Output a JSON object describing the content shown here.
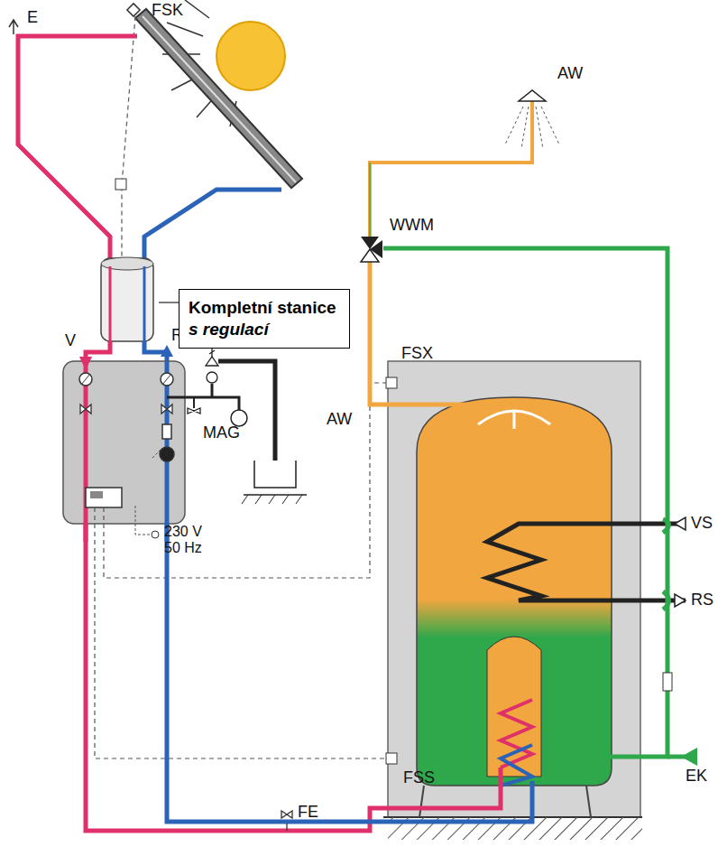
{
  "diagram": {
    "nodes": [
      {
        "text": [
          "Kompletní stanice",
          "s regulací"
        ]
      }
    ],
    "labels": [
      "E",
      "FSK",
      "AW",
      "WWM",
      "V",
      "R",
      "MAG",
      "230 V 50 Hz",
      "AW",
      "FSX",
      "VS",
      "RS",
      "FSS",
      "EK",
      "FE"
    ]
  }
}
